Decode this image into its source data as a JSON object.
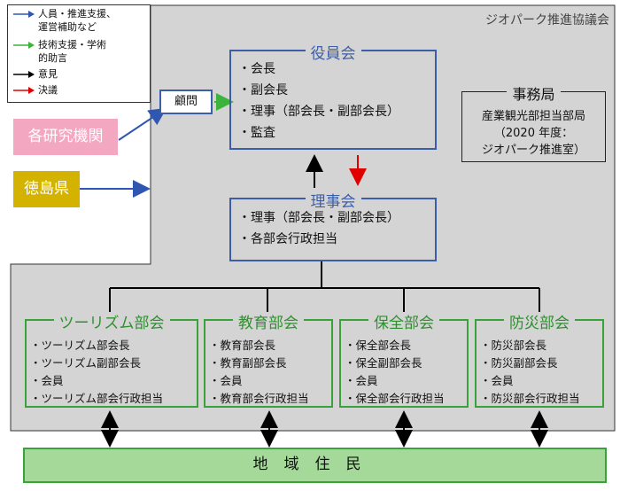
{
  "org_title": "ジオパーク推進協議会",
  "legend": [
    {
      "lines": [
        "人員・推進支援、",
        "運営補助など"
      ],
      "color": "#2f56b0"
    },
    {
      "lines": [
        "技術支援・学術",
        "的助言"
      ],
      "color": "#3cb43c"
    },
    {
      "lines": [
        "意見"
      ],
      "color": "#000000"
    },
    {
      "lines": [
        "決議"
      ],
      "color": "#e00000"
    }
  ],
  "executive": {
    "title": "役員会",
    "items": [
      "・会長",
      "・副会長",
      "・理事（部会長・副部会長）",
      "・監査"
    ]
  },
  "advisor": "顧問",
  "secretariat": {
    "title": "事務局",
    "lines": [
      "産業観光部担当部局",
      "（2020 年度：",
      "ジオパーク推進室）"
    ]
  },
  "research": "各研究機関",
  "prefecture": "徳島県",
  "board": {
    "title": "理事会",
    "items": [
      "・理事（部会長・副部会長）",
      "・各部会行政担当"
    ]
  },
  "divisions": [
    {
      "title": "ツーリズム部会",
      "items": [
        "・ツーリズム部会長",
        "・ツーリズム副部会長",
        "・会員",
        "・ツーリズム部会行政担当"
      ]
    },
    {
      "title": "教育部会",
      "items": [
        "・教育部会長",
        "・教育副部会長",
        "・会員",
        "・教育部会行政担当"
      ]
    },
    {
      "title": "保全部会",
      "items": [
        "・保全部会長",
        "・保全副部会長",
        "・会員",
        "・保全部会行政担当"
      ]
    },
    {
      "title": "防災部会",
      "items": [
        "・防災部会長",
        "・防災副部会長",
        "・会員",
        "・防災部会行政担当"
      ]
    }
  ],
  "residents": "地域住民",
  "colors": {
    "panel": "#d4d4d4",
    "blue": "#3c5ea8",
    "green": "#3aa23a",
    "red": "#e00000"
  }
}
